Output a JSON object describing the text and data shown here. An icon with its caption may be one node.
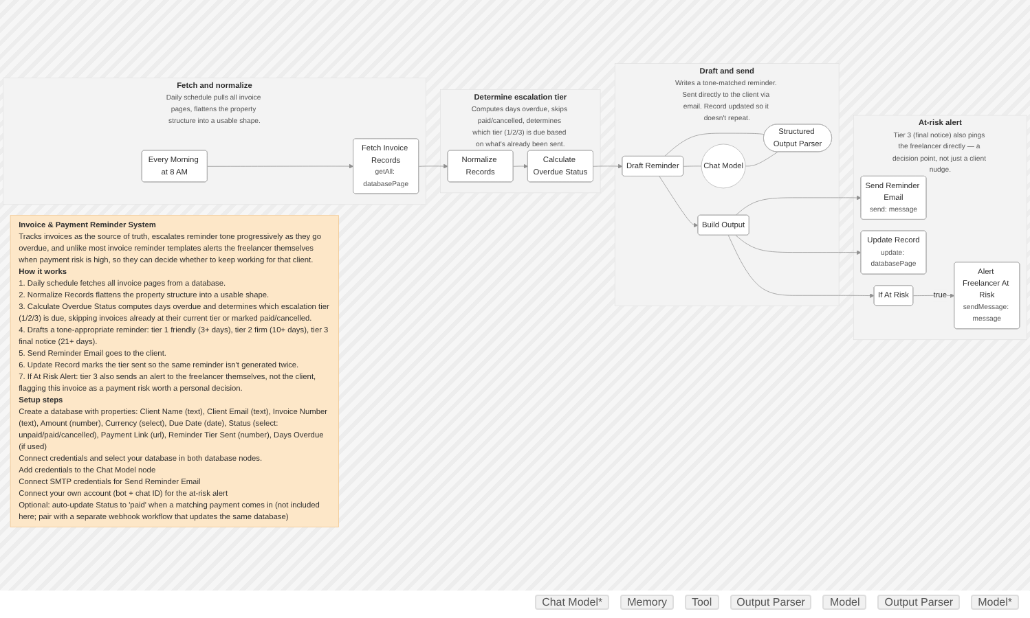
{
  "diagram": {
    "nodes": [
      {
        "text": [
          "Invoice & Payment Reminder System",
          "Tracks invoices as the source of truth, escalates reminder tone progressively as they go overdue, and unlike most invoice reminder templates alerts the freelancer themselves when payment risk is high, so they can decide whether to keep working for that client.",
          "How it works",
          "1. Daily schedule fetches all invoice pages from a database.",
          "2. Normalize Records flattens the property structure into a usable shape.",
          "3. Calculate Overdue Status computes days overdue and determines which escalation tier (1/2/3) is due, skipping invoices already at their current tier or marked paid/cancelled.",
          "4. Drafts a tone-appropriate reminder: tier 1 friendly (3+ days), tier 2 firm (10+ days), tier 3 final notice (21+ days).",
          "5. Send Reminder Email goes to the client.",
          "6. Update Record marks the tier sent so the same reminder isn't generated twice.",
          "7. If At Risk Alert: tier 3 also sends an alert to the freelancer themselves, not the client, flagging this invoice as a payment risk worth a personal decision.",
          "Setup steps",
          "Create a database with properties: Client Name (text), Client Email (text), Invoice Number (text), Amount (number), Currency (select), Due Date (date), Status (select: unpaid/paid/cancelled), Payment Link (url), Reminder Tier Sent (number), Days Overdue (if used)",
          "Connect credentials and select your database in both database nodes.",
          "Add credentials to the Chat Model node",
          "Connect SMTP credentials for Send Reminder Email",
          "Connect your own account (bot + chat ID) for the at-risk alert",
          "Optional: auto-update Status to 'paid' when a matching payment comes in (not included here; pair with a separate webhook workflow that updates the same database)"
        ]
      },
      {
        "text": [
          "Fetch and normalize",
          "Daily schedule pulls all invoice pages, flattens the property structure into a usable shape."
        ]
      },
      {
        "text": [
          "Every Morning at 8 AM"
        ],
        "in": 1
      },
      {
        "text": [
          "Fetch Invoice Records",
          "getAll: databasePage"
        ],
        "in": 1
      },
      {
        "text": [
          "Determine escalation tier",
          "Computes days overdue, skips paid/cancelled, determines which tier (1/2/3) is due based on what's already been sent."
        ]
      },
      {
        "text": [
          "Normalize Records"
        ],
        "in": 4
      },
      {
        "text": [
          "Calculate Overdue Status"
        ],
        "in": 4
      },
      {
        "text": [
          "Draft and send",
          "Writes a tone-matched reminder. Sent directly to the client via email. Record updated so it doesn't repeat."
        ]
      },
      {
        "text": [
          "Draft Reminder"
        ],
        "in": 7
      },
      {
        "text": [
          "Build Output"
        ],
        "in": 7
      },
      {
        "text": [
          "Chat Model"
        ],
        "in": 7
      },
      {
        "text": [
          "Structured Output Parser"
        ],
        "in": 7
      },
      {
        "text": [
          "At-risk alert",
          "Tier 3 (final notice) also pings the freelancer directly — a decision point, not just a client nudge."
        ]
      },
      {
        "text": [
          "Send Reminder Email",
          "send: message"
        ],
        "in": 12
      },
      {
        "text": [
          "Update Record",
          "update: databasePage"
        ],
        "in": 12
      },
      {
        "text": [
          "If At Risk"
        ],
        "in": 12
      },
      {
        "text": [
          "Alert Freelancer At Risk",
          "sendMessage: message"
        ],
        "in": 12
      }
    ],
    "edges": [
      {
        "from": 2,
        "to": 3,
        "arrow": "to"
      },
      {
        "from": 3,
        "to": 5,
        "arrow": "to"
      },
      {
        "from": 5,
        "to": 6,
        "arrow": "to"
      },
      {
        "from": 6,
        "to": 8,
        "arrow": "to"
      },
      {
        "from": 8,
        "to": 9,
        "arrow": "to"
      },
      {
        "from": 8,
        "to": 10,
        "arrow": "none"
      },
      {
        "from": 8,
        "to": 11,
        "arrow": "none"
      },
      {
        "from": 10,
        "to": 11,
        "arrow": "none"
      },
      {
        "from": 9,
        "to": 13,
        "arrow": "to"
      },
      {
        "from": 9,
        "to": 14,
        "arrow": "to"
      },
      {
        "from": 9,
        "to": 15,
        "arrow": "to"
      },
      {
        "from": 15,
        "to": 16,
        "label": "true",
        "arrow": "to"
      }
    ],
    "labels": [
      "Chat Model*",
      "Memory",
      "Tool",
      "Output Parser",
      "Model",
      "Output Parser",
      "Model*"
    ]
  }
}
